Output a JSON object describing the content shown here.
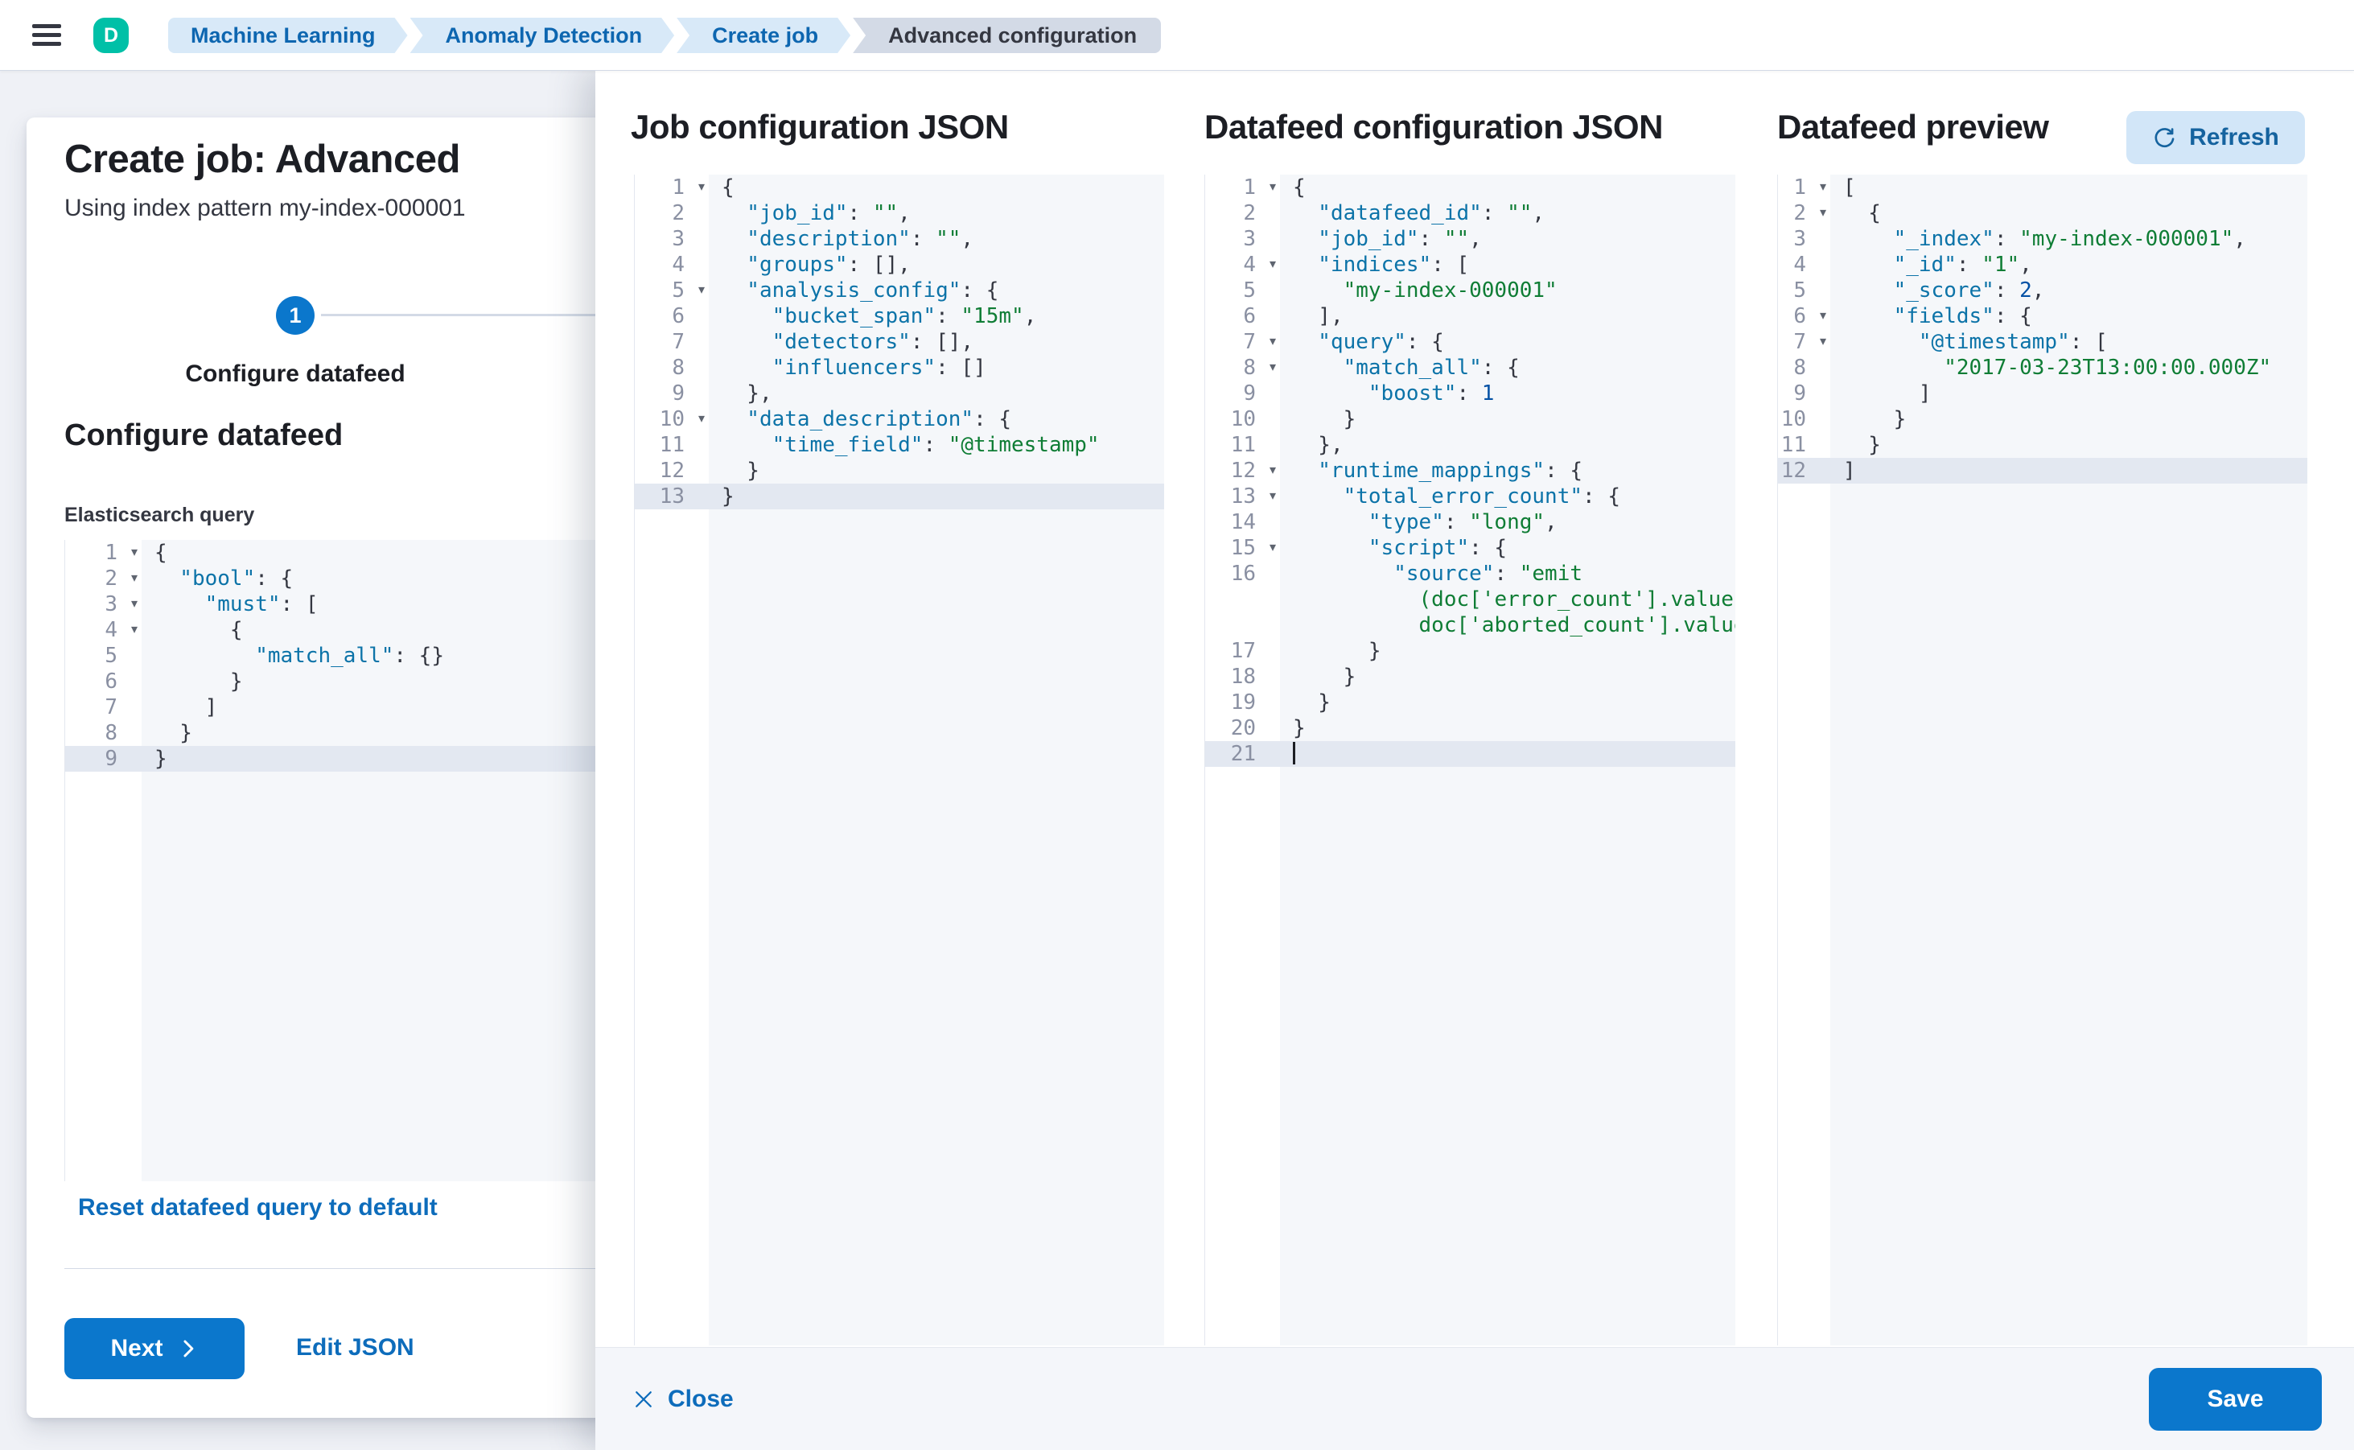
{
  "colors": {
    "accent": "#0b77cc",
    "link": "#0d6cbb",
    "avatar": "#00c0a7",
    "crumb_bg": "#d8e9f8",
    "crumb_last_bg": "#d3dae6",
    "code_key": "#0c73a8",
    "code_string": "#0f7d35",
    "code_number": "#0451a5",
    "highlight_row": "#e3e8f1"
  },
  "header": {
    "avatar_initial": "D",
    "breadcrumbs": [
      "Machine Learning",
      "Anomaly Detection",
      "Create job",
      "Advanced configuration"
    ]
  },
  "wizard": {
    "title": "Create job: Advanced",
    "subtitle": "Using index pattern my-index-000001",
    "step_number": "1",
    "step_label": "Configure datafeed",
    "section_heading": "Configure datafeed",
    "query_label": "Elasticsearch query",
    "reset_link": "Reset datafeed query to default",
    "next_button": "Next",
    "edit_json_link": "Edit JSON"
  },
  "panels": {
    "job_title": "Job configuration JSON",
    "datafeed_title": "Datafeed configuration JSON",
    "preview_title": "Datafeed preview",
    "refresh_button": "Refresh"
  },
  "footer": {
    "close": "Close",
    "save": "Save"
  },
  "query_editor": {
    "lines": [
      {
        "n": "1",
        "f": 1,
        "l": 0,
        "segs": [
          [
            "{",
            "p"
          ]
        ]
      },
      {
        "n": "2",
        "f": 1,
        "l": 1,
        "segs": [
          [
            "\"bool\"",
            "k"
          ],
          [
            ": {",
            "p"
          ]
        ]
      },
      {
        "n": "3",
        "f": 1,
        "l": 2,
        "segs": [
          [
            "\"must\"",
            "k"
          ],
          [
            ": [",
            "p"
          ]
        ]
      },
      {
        "n": "4",
        "f": 1,
        "l": 3,
        "segs": [
          [
            "{",
            "p"
          ]
        ]
      },
      {
        "n": "5",
        "l": 4,
        "segs": [
          [
            "\"match_all\"",
            "k"
          ],
          [
            ": {}",
            "p"
          ]
        ]
      },
      {
        "n": "6",
        "l": 3,
        "segs": [
          [
            "}",
            "p"
          ]
        ]
      },
      {
        "n": "7",
        "l": 2,
        "segs": [
          [
            "]",
            "p"
          ]
        ]
      },
      {
        "n": "8",
        "l": 1,
        "segs": [
          [
            "}",
            "p"
          ]
        ]
      },
      {
        "n": "9",
        "l": 0,
        "h": 1,
        "segs": [
          [
            "}",
            "p"
          ]
        ]
      }
    ]
  },
  "job_editor": {
    "lines": [
      {
        "n": "1",
        "f": 1,
        "l": 0,
        "segs": [
          [
            "{",
            "p"
          ]
        ]
      },
      {
        "n": "2",
        "l": 1,
        "segs": [
          [
            "\"job_id\"",
            "k"
          ],
          [
            ": ",
            "p"
          ],
          [
            "\"\"",
            "s"
          ],
          [
            ",",
            "p"
          ]
        ]
      },
      {
        "n": "3",
        "l": 1,
        "segs": [
          [
            "\"description\"",
            "k"
          ],
          [
            ": ",
            "p"
          ],
          [
            "\"\"",
            "s"
          ],
          [
            ",",
            "p"
          ]
        ]
      },
      {
        "n": "4",
        "l": 1,
        "segs": [
          [
            "\"groups\"",
            "k"
          ],
          [
            ": [],",
            "p"
          ]
        ]
      },
      {
        "n": "5",
        "f": 1,
        "l": 1,
        "segs": [
          [
            "\"analysis_config\"",
            "k"
          ],
          [
            ": {",
            "p"
          ]
        ]
      },
      {
        "n": "6",
        "l": 2,
        "segs": [
          [
            "\"bucket_span\"",
            "k"
          ],
          [
            ": ",
            "p"
          ],
          [
            "\"15m\"",
            "s"
          ],
          [
            ",",
            "p"
          ]
        ]
      },
      {
        "n": "7",
        "l": 2,
        "segs": [
          [
            "\"detectors\"",
            "k"
          ],
          [
            ": [],",
            "p"
          ]
        ]
      },
      {
        "n": "8",
        "l": 2,
        "segs": [
          [
            "\"influencers\"",
            "k"
          ],
          [
            ": []",
            "p"
          ]
        ]
      },
      {
        "n": "9",
        "l": 1,
        "segs": [
          [
            "},",
            "p"
          ]
        ]
      },
      {
        "n": "10",
        "f": 1,
        "l": 1,
        "segs": [
          [
            "\"data_description\"",
            "k"
          ],
          [
            ": {",
            "p"
          ]
        ]
      },
      {
        "n": "11",
        "l": 2,
        "segs": [
          [
            "\"time_field\"",
            "k"
          ],
          [
            ": ",
            "p"
          ],
          [
            "\"@timestamp\"",
            "s"
          ]
        ]
      },
      {
        "n": "12",
        "l": 1,
        "segs": [
          [
            "}",
            "p"
          ]
        ]
      },
      {
        "n": "13",
        "l": 0,
        "h": 1,
        "segs": [
          [
            "}",
            "p"
          ]
        ]
      }
    ]
  },
  "datafeed_editor": {
    "lines": [
      {
        "n": "1",
        "f": 1,
        "l": 0,
        "segs": [
          [
            "{",
            "p"
          ]
        ]
      },
      {
        "n": "2",
        "l": 1,
        "segs": [
          [
            "\"datafeed_id\"",
            "k"
          ],
          [
            ": ",
            "p"
          ],
          [
            "\"\"",
            "s"
          ],
          [
            ",",
            "p"
          ]
        ]
      },
      {
        "n": "3",
        "l": 1,
        "segs": [
          [
            "\"job_id\"",
            "k"
          ],
          [
            ": ",
            "p"
          ],
          [
            "\"\"",
            "s"
          ],
          [
            ",",
            "p"
          ]
        ]
      },
      {
        "n": "4",
        "f": 1,
        "l": 1,
        "segs": [
          [
            "\"indices\"",
            "k"
          ],
          [
            ": [",
            "p"
          ]
        ]
      },
      {
        "n": "5",
        "l": 2,
        "segs": [
          [
            "\"my-index-000001\"",
            "s"
          ]
        ]
      },
      {
        "n": "6",
        "l": 1,
        "segs": [
          [
            "],",
            "p"
          ]
        ]
      },
      {
        "n": "7",
        "f": 1,
        "l": 1,
        "segs": [
          [
            "\"query\"",
            "k"
          ],
          [
            ": {",
            "p"
          ]
        ]
      },
      {
        "n": "8",
        "f": 1,
        "l": 2,
        "segs": [
          [
            "\"match_all\"",
            "k"
          ],
          [
            ": {",
            "p"
          ]
        ]
      },
      {
        "n": "9",
        "l": 3,
        "segs": [
          [
            "\"boost\"",
            "k"
          ],
          [
            ": ",
            "p"
          ],
          [
            "1",
            "n"
          ]
        ]
      },
      {
        "n": "10",
        "l": 2,
        "segs": [
          [
            "}",
            "p"
          ]
        ]
      },
      {
        "n": "11",
        "l": 1,
        "segs": [
          [
            "},",
            "p"
          ]
        ]
      },
      {
        "n": "12",
        "f": 1,
        "l": 1,
        "segs": [
          [
            "\"runtime_mappings\"",
            "k"
          ],
          [
            ": {",
            "p"
          ]
        ]
      },
      {
        "n": "13",
        "f": 1,
        "l": 2,
        "segs": [
          [
            "\"total_error_count\"",
            "k"
          ],
          [
            ": {",
            "p"
          ]
        ]
      },
      {
        "n": "14",
        "l": 3,
        "segs": [
          [
            "\"type\"",
            "k"
          ],
          [
            ": ",
            "p"
          ],
          [
            "\"long\"",
            "s"
          ],
          [
            ",",
            "p"
          ]
        ]
      },
      {
        "n": "15",
        "f": 1,
        "l": 3,
        "segs": [
          [
            "\"script\"",
            "k"
          ],
          [
            ": {",
            "p"
          ]
        ]
      },
      {
        "n": "16",
        "l": 4,
        "segs": [
          [
            "\"source\"",
            "k"
          ],
          [
            ": ",
            "p"
          ],
          [
            "\"emit",
            "s"
          ]
        ]
      },
      {
        "n": "",
        "w": 10,
        "segs": [
          [
            "(doc['error_count'].value +",
            "s"
          ]
        ]
      },
      {
        "n": "",
        "w": 10,
        "segs": [
          [
            "doc['aborted_count'].value)\"",
            "s"
          ]
        ]
      },
      {
        "n": "17",
        "l": 3,
        "segs": [
          [
            "}",
            "p"
          ]
        ]
      },
      {
        "n": "18",
        "l": 2,
        "segs": [
          [
            "}",
            "p"
          ]
        ]
      },
      {
        "n": "19",
        "l": 1,
        "segs": [
          [
            "}",
            "p"
          ]
        ]
      },
      {
        "n": "20",
        "l": 0,
        "segs": [
          [
            "}",
            "p"
          ]
        ]
      },
      {
        "n": "21",
        "l": 0,
        "h": 1,
        "cur": 1,
        "segs": []
      }
    ]
  },
  "preview_editor": {
    "lines": [
      {
        "n": "1",
        "f": 1,
        "l": 0,
        "segs": [
          [
            "[",
            "p"
          ]
        ]
      },
      {
        "n": "2",
        "f": 1,
        "l": 1,
        "segs": [
          [
            "{",
            "p"
          ]
        ]
      },
      {
        "n": "3",
        "l": 2,
        "segs": [
          [
            "\"_index\"",
            "k"
          ],
          [
            ": ",
            "p"
          ],
          [
            "\"my-index-000001\"",
            "s"
          ],
          [
            ",",
            "p"
          ]
        ]
      },
      {
        "n": "4",
        "l": 2,
        "segs": [
          [
            "\"_id\"",
            "k"
          ],
          [
            ": ",
            "p"
          ],
          [
            "\"1\"",
            "s"
          ],
          [
            ",",
            "p"
          ]
        ]
      },
      {
        "n": "5",
        "l": 2,
        "segs": [
          [
            "\"_score\"",
            "k"
          ],
          [
            ": ",
            "p"
          ],
          [
            "2",
            "n"
          ],
          [
            ",",
            "p"
          ]
        ]
      },
      {
        "n": "6",
        "f": 1,
        "l": 2,
        "segs": [
          [
            "\"fields\"",
            "k"
          ],
          [
            ": {",
            "p"
          ]
        ]
      },
      {
        "n": "7",
        "f": 1,
        "l": 3,
        "segs": [
          [
            "\"@timestamp\"",
            "k"
          ],
          [
            ": [",
            "p"
          ]
        ]
      },
      {
        "n": "8",
        "l": 4,
        "segs": [
          [
            "\"2017-03-23T13:00:00.000Z\"",
            "s"
          ]
        ]
      },
      {
        "n": "9",
        "l": 3,
        "segs": [
          [
            "]",
            "p"
          ]
        ]
      },
      {
        "n": "10",
        "l": 2,
        "segs": [
          [
            "}",
            "p"
          ]
        ]
      },
      {
        "n": "11",
        "l": 1,
        "segs": [
          [
            "}",
            "p"
          ]
        ]
      },
      {
        "n": "12",
        "l": 0,
        "h": 1,
        "segs": [
          [
            "]",
            "p"
          ]
        ]
      }
    ]
  }
}
